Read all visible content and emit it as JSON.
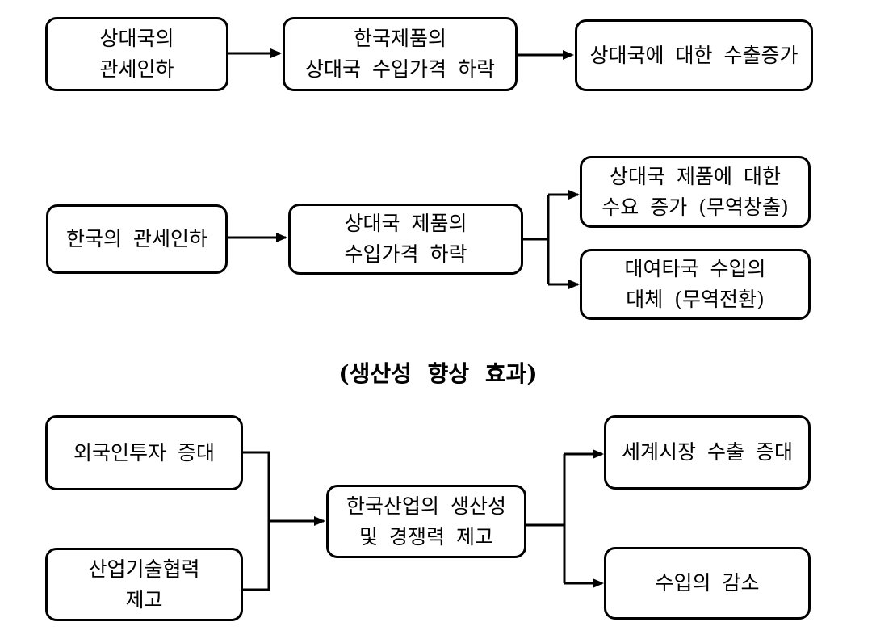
{
  "flow1": {
    "box1": [
      "상대국의",
      "관세인하"
    ],
    "box2": [
      "한국제품의",
      "상대국 수입가격 하락"
    ],
    "box3": [
      "상대국에 대한 수출증가"
    ]
  },
  "flow2": {
    "box1": [
      "한국의 관세인하"
    ],
    "box2": [
      "상대국 제품의",
      "수입가격 하락"
    ],
    "box3": [
      "상대국 제품에 대한",
      "수요 증가 (무역창출)"
    ],
    "box4": [
      "대여타국 수입의",
      "대체 (무역전환)"
    ]
  },
  "section_heading": "(생산성 향상 효과)",
  "flow3": {
    "box1": [
      "외국인투자 증대"
    ],
    "box2": [
      "산업기술협력",
      "제고"
    ],
    "box3": [
      "한국산업의 생산성",
      "및 경쟁력 제고"
    ],
    "box4": [
      "세계시장 수출 증대"
    ],
    "box5": [
      "수입의 감소"
    ]
  }
}
